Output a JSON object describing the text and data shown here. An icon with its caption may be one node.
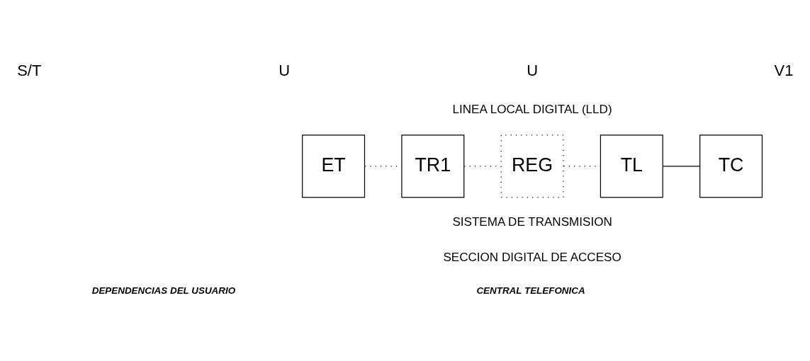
{
  "diagram": {
    "nodes": [
      {
        "text": [
          "ET"
        ]
      },
      {
        "text": [
          "TR1"
        ]
      },
      {
        "text": [
          "REG"
        ]
      },
      {
        "text": [
          "TL"
        ]
      },
      {
        "text": [
          "TC"
        ]
      }
    ],
    "edges": [
      {
        "from": 0,
        "to": 1,
        "arrow": "none",
        "style": "dashed"
      },
      {
        "from": 1,
        "to": 2,
        "arrow": "none",
        "style": "dashed"
      },
      {
        "from": 2,
        "to": 3,
        "arrow": "none",
        "style": "dashed"
      },
      {
        "from": 3,
        "to": 4,
        "arrow": "none"
      }
    ],
    "labels": [
      "S/T",
      "U",
      "U",
      "V1",
      "LINEA LOCAL DIGITAL (LLD)",
      "SISTEMA DE TRANSMISION",
      "SECCION DIGITAL DE ACCESO",
      "DEPENDENCIAS DEL USUARIO",
      "CENTRAL TELEFONICA"
    ]
  }
}
